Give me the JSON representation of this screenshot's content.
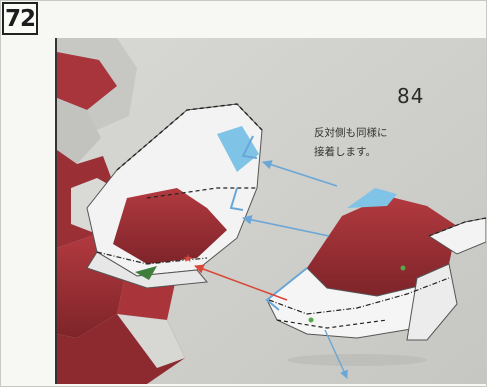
{
  "step": {
    "number": "72"
  },
  "illustration": {
    "part_number": "84",
    "instruction": "反対側も同様に\n接着します。",
    "colors": {
      "red": "#9b2f36",
      "blue": "#7fc3e6",
      "background": "#cfcfcb",
      "paper": "#f6f6f6",
      "arrow_blue": "#6aa6d6",
      "arrow_red": "#d9483a",
      "mark_green": "#55a84a"
    }
  }
}
